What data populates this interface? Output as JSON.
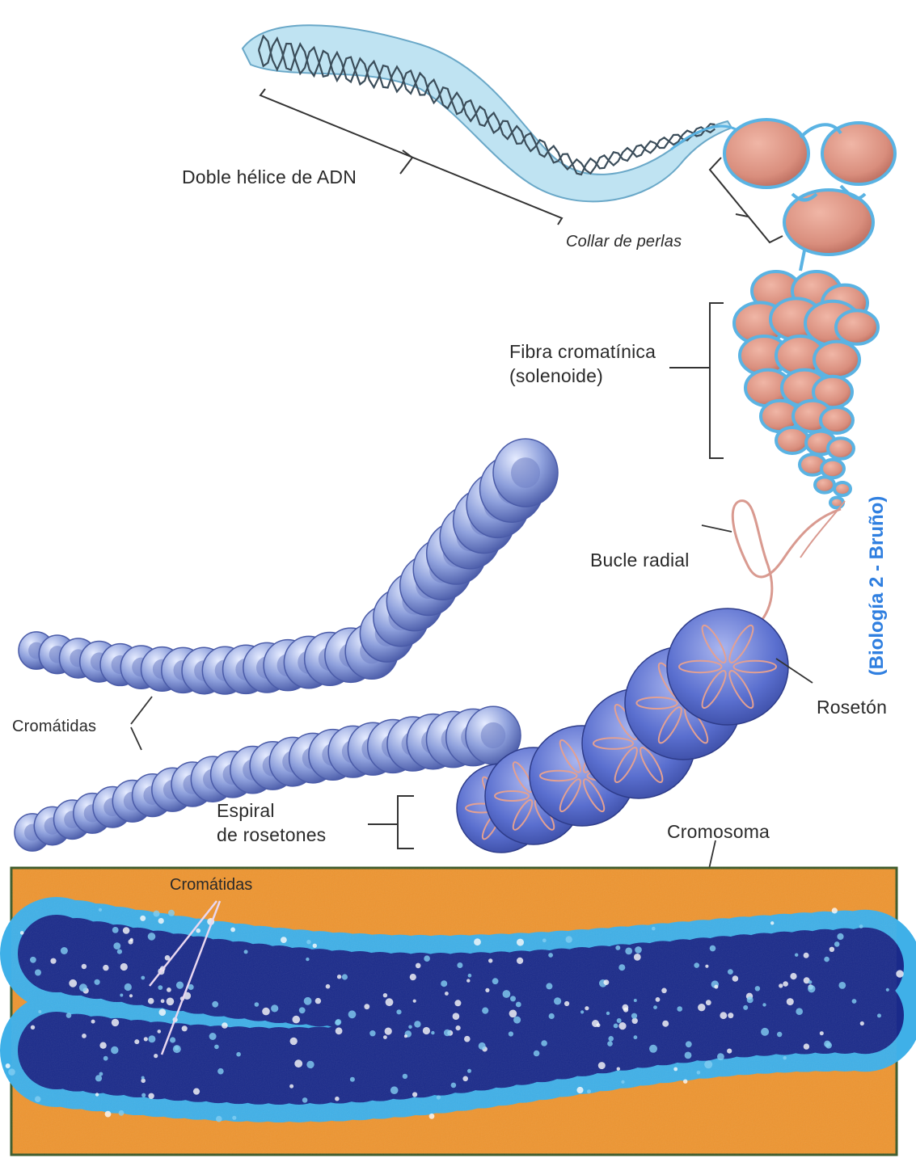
{
  "labels": {
    "double_helix": "Doble hélice de ADN",
    "bead_necklace": "Collar de perlas",
    "chromatin_fiber": "Fibra cromatínica\n(solenoide)",
    "radial_loop": "Bucle radial",
    "rosette": "Rosetón",
    "chromatids": "Cromátidas",
    "rosette_spiral": "Espiral\nde rosetones",
    "chromosome": "Cromosoma",
    "micrograph_chromatids": "Cromátidas"
  },
  "credit": "(Biología 2 - Bruño)",
  "colors": {
    "helix_fill": "#bfe3f2",
    "nucleosome": "#d98e7d",
    "dna_strand": "#5ab3e3",
    "chromatid": "#7c8fd6",
    "rosette": "#5a6fcf",
    "micrograph_bg": "#ee9530",
    "micrograph_dark": "#1a2a8a",
    "micrograph_light": "#3fb0e8",
    "credit": "#2f7fe0"
  }
}
